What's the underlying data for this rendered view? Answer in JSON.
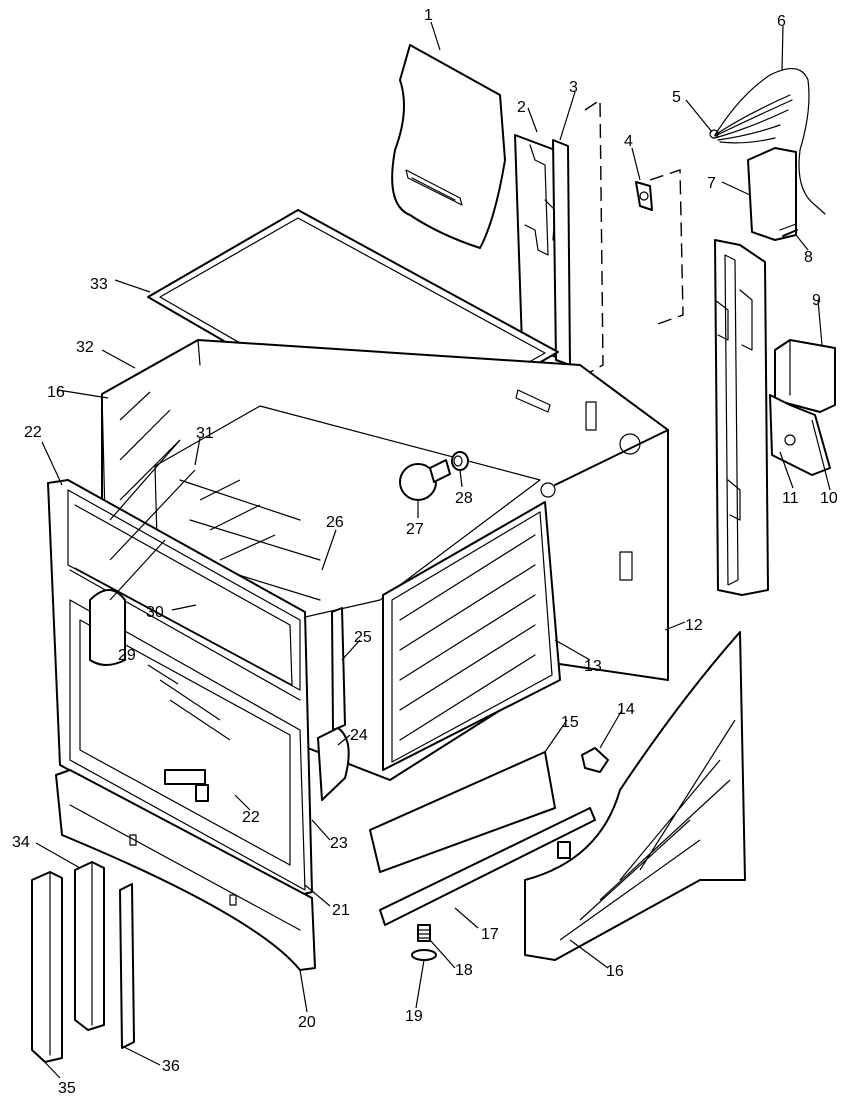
{
  "callouts": [
    {
      "id": "c1",
      "text": "1"
    },
    {
      "id": "c2",
      "text": "2"
    },
    {
      "id": "c3",
      "text": "3"
    },
    {
      "id": "c4",
      "text": "4"
    },
    {
      "id": "c5",
      "text": "5"
    },
    {
      "id": "c6",
      "text": "6"
    },
    {
      "id": "c7",
      "text": "7"
    },
    {
      "id": "c8",
      "text": "8"
    },
    {
      "id": "c9",
      "text": "9"
    },
    {
      "id": "c10",
      "text": "10"
    },
    {
      "id": "c11",
      "text": "11"
    },
    {
      "id": "c12",
      "text": "12"
    },
    {
      "id": "c13",
      "text": "13"
    },
    {
      "id": "c14",
      "text": "14"
    },
    {
      "id": "c15",
      "text": "15"
    },
    {
      "id": "c16a",
      "text": "16"
    },
    {
      "id": "c16b",
      "text": "16"
    },
    {
      "id": "c17",
      "text": "17"
    },
    {
      "id": "c18",
      "text": "18"
    },
    {
      "id": "c19",
      "text": "19"
    },
    {
      "id": "c20",
      "text": "20"
    },
    {
      "id": "c21",
      "text": "21"
    },
    {
      "id": "c22a",
      "text": "22"
    },
    {
      "id": "c22b",
      "text": "22"
    },
    {
      "id": "c23",
      "text": "23"
    },
    {
      "id": "c24",
      "text": "24"
    },
    {
      "id": "c25",
      "text": "25"
    },
    {
      "id": "c26",
      "text": "26"
    },
    {
      "id": "c27",
      "text": "27"
    },
    {
      "id": "c28",
      "text": "28"
    },
    {
      "id": "c29",
      "text": "29"
    },
    {
      "id": "c30",
      "text": "30"
    },
    {
      "id": "c31",
      "text": "31"
    },
    {
      "id": "c32",
      "text": "32"
    },
    {
      "id": "c33",
      "text": "33"
    },
    {
      "id": "c34",
      "text": "34"
    },
    {
      "id": "c35",
      "text": "35"
    },
    {
      "id": "c36",
      "text": "36"
    }
  ]
}
